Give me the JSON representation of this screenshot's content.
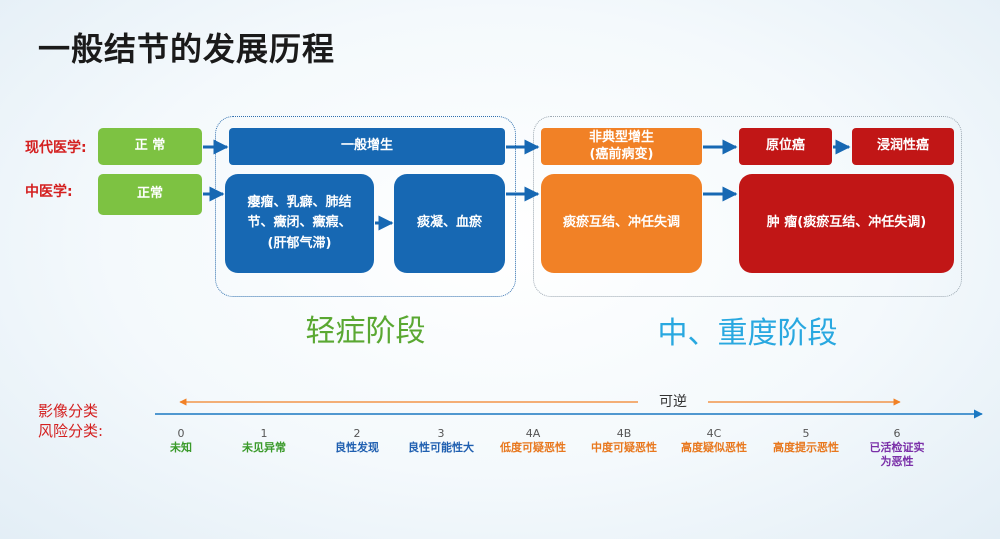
{
  "title": "一般结节的发展历程",
  "row_labels": {
    "modern": "现代医学:",
    "tcm": "中医学:"
  },
  "modern_row": {
    "normal": "正  常",
    "hyperplasia": "一般增生",
    "atypical": "非典型增生\n(癌前病变)",
    "carcinoma_in_situ": "原位癌",
    "invasive": "浸润性癌"
  },
  "tcm_row": {
    "normal": "正常",
    "early": "瘿瘤、乳癖、肺结\n节、癥闭、癥瘕、\n(肝郁气滞)",
    "stasis": "痰凝、血瘀",
    "mid": "痰瘀互结、冲任失调",
    "tumor": "肿 瘤(痰瘀互结、冲任失调)"
  },
  "stages": {
    "mild": "轻症阶段",
    "severe": "中、重度阶段"
  },
  "stage_colors": {
    "mild": "#5aa832",
    "severe": "#29a8e0"
  },
  "reversible": "可逆",
  "classification_labels": {
    "imaging": "影像分类",
    "risk": "风险分类:"
  },
  "ticks": [
    {
      "num": "0",
      "text": "未知",
      "color": "#3a9a2a"
    },
    {
      "num": "1",
      "text": "未见异常",
      "color": "#3a9a2a"
    },
    {
      "num": "2",
      "text": "良性发现",
      "color": "#1f5fb0"
    },
    {
      "num": "3",
      "text": "良性可能性大",
      "color": "#1f5fb0"
    },
    {
      "num": "4A",
      "text": "低度可疑恶性",
      "color": "#e8781e"
    },
    {
      "num": "4B",
      "text": "中度可疑恶性",
      "color": "#e8781e"
    },
    {
      "num": "4C",
      "text": "高度疑似恶性",
      "color": "#e8781e"
    },
    {
      "num": "5",
      "text": "高度提示恶性",
      "color": "#e8781e"
    },
    {
      "num": "6",
      "text": "已活检证实\n为恶性",
      "color": "#7a2fa8"
    }
  ]
}
